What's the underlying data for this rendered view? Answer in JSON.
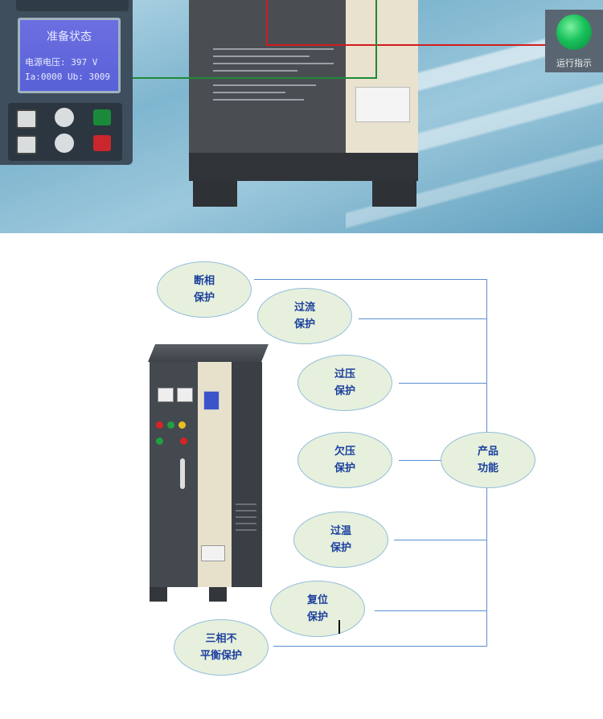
{
  "banner": {
    "lcd": {
      "line1": "准备状态",
      "line2": "电源电压:  397 V",
      "line3": "Ia:0000 Ub: 3009"
    },
    "indicator_label": "运行指示",
    "colors": {
      "wire_red": "#d21c1c",
      "wire_green": "#1e8a36",
      "lamp_green": "#19c25b"
    }
  },
  "diagram": {
    "center": {
      "line1": "产品",
      "line2": "功能"
    },
    "functions": [
      {
        "line1": "断相",
        "line2": "保护"
      },
      {
        "line1": "过流",
        "line2": "保护"
      },
      {
        "line1": "过压",
        "line2": "保护"
      },
      {
        "line1": "欠压",
        "line2": "保护"
      },
      {
        "line1": "过温",
        "line2": "保护"
      },
      {
        "line1": "复位",
        "line2": "保护"
      },
      {
        "line1": "三相不",
        "line2": "平衡保护"
      }
    ],
    "colors": {
      "bubble_fill": "#e6f0dc",
      "bubble_border": "#95bddd",
      "text": "#1c3f9e",
      "line": "#5b8fd1"
    }
  }
}
